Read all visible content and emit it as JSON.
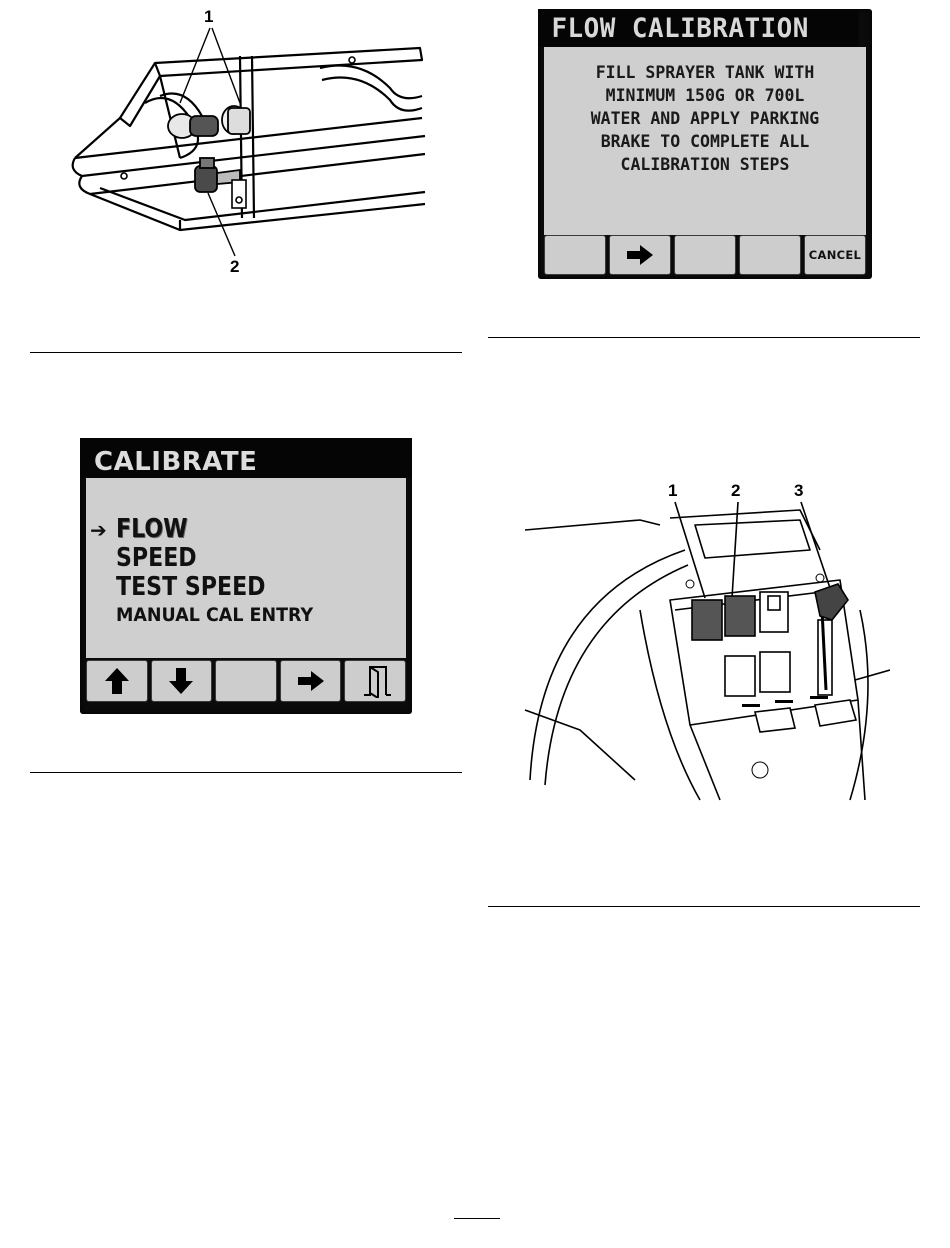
{
  "figure_top_left": {
    "callouts": [
      "1",
      "2"
    ]
  },
  "flow_calibration_screen": {
    "title": "FLOW CALIBRATION",
    "message_lines": [
      "FILL SPRAYER TANK WITH",
      "MINIMUM 150G OR 700L",
      "WATER AND APPLY PARKING",
      "BRAKE TO COMPLETE ALL",
      "CALIBRATION STEPS"
    ],
    "keys": [
      {
        "label": "",
        "icon": ""
      },
      {
        "label": "",
        "icon": "right-arrow-icon"
      },
      {
        "label": "",
        "icon": ""
      },
      {
        "label": "",
        "icon": ""
      },
      {
        "label": "CANCEL",
        "icon": ""
      }
    ]
  },
  "calibrate_screen": {
    "title": "CALIBRATE",
    "selected_marker": "➔",
    "menu_items": [
      "FLOW",
      "SPEED",
      "TEST SPEED",
      "MANUAL CAL ENTRY"
    ],
    "keys": [
      {
        "icon": "up-arrow-icon"
      },
      {
        "icon": "down-arrow-icon"
      },
      {
        "icon": ""
      },
      {
        "icon": "right-arrow-icon"
      },
      {
        "icon": "exit-door-icon"
      }
    ]
  },
  "figure_console": {
    "callouts": [
      "1",
      "2",
      "3"
    ]
  }
}
